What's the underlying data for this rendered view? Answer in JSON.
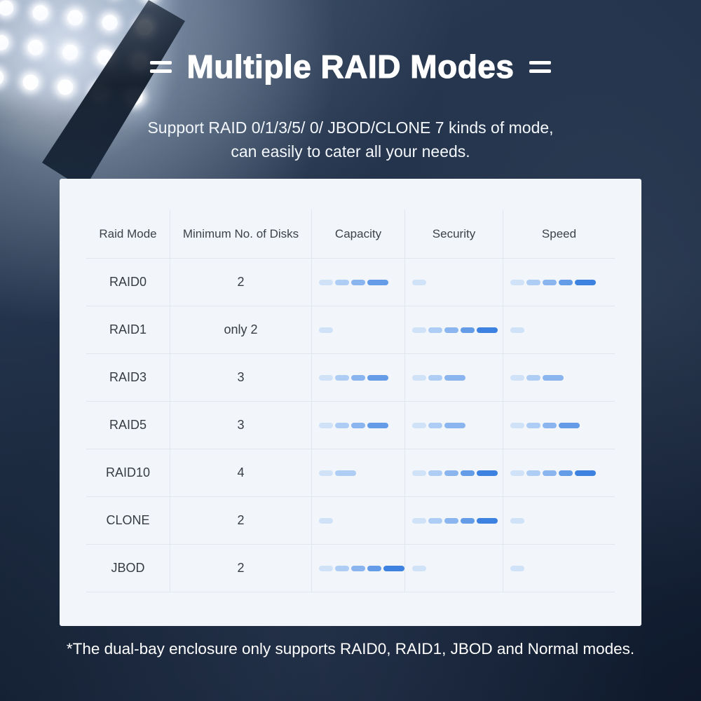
{
  "page": {
    "title": "Multiple RAID Modes",
    "subtitle_line1": "Support RAID 0/1/3/5/ 0/ JBOD/CLONE 7 kinds of mode,",
    "subtitle_line2": "can easily to cater all your needs.",
    "footnote": "*The dual-bay enclosure only supports RAID0, RAID1, JBOD and Normal modes.",
    "accent_color": "#3d82e0",
    "card_background": "#f2f6fa"
  },
  "chart_data": {
    "type": "table",
    "title": "Multiple RAID Modes",
    "columns": [
      "Raid Mode",
      "Minimum No. of Disks",
      "Capacity",
      "Security",
      "Speed"
    ],
    "rating_scale": [
      1,
      5
    ],
    "bar_colors": [
      "#cfe2f8",
      "#aecdf4",
      "#8ab5ee",
      "#649ce7",
      "#3d82e0"
    ],
    "rows": [
      {
        "mode": "RAID0",
        "min_disks": "2",
        "capacity": 4,
        "security": 1,
        "speed": 5
      },
      {
        "mode": "RAID1",
        "min_disks": "only 2",
        "capacity": 1,
        "security": 5,
        "speed": 1
      },
      {
        "mode": "RAID3",
        "min_disks": "3",
        "capacity": 4,
        "security": 3,
        "speed": 3
      },
      {
        "mode": "RAID5",
        "min_disks": "3",
        "capacity": 4,
        "security": 3,
        "speed": 4
      },
      {
        "mode": "RAID10",
        "min_disks": "4",
        "capacity": 2,
        "security": 5,
        "speed": 5
      },
      {
        "mode": "CLONE",
        "min_disks": "2",
        "capacity": 1,
        "security": 5,
        "speed": 1
      },
      {
        "mode": "JBOD",
        "min_disks": "2",
        "capacity": 5,
        "security": 1,
        "speed": 1
      }
    ]
  }
}
